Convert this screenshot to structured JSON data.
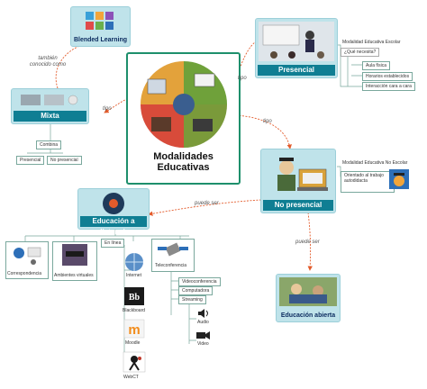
{
  "center": {
    "title_line1": "Modalidades",
    "title_line2": "Educativas"
  },
  "nodes": {
    "blended": "Blended Learning",
    "presencial": "Presencial",
    "mixta": "Mixta",
    "no_presencial": "No presencial",
    "distancia": "Educación a distancia",
    "abierta": "Educación abierta"
  },
  "links": {
    "tambien": "también conocido como",
    "tipo1": "tipo",
    "tipo2": "tipo",
    "tipo3": "tipo",
    "puede_ser1": "puede ser",
    "puede_ser2": "puede ser"
  },
  "presencial_info": {
    "title": "Modalidad Educativa Escolar",
    "question": "¿Qué necesita?",
    "items": [
      "Aula física",
      "Horarios establecidos",
      "Interacción cara a cara"
    ]
  },
  "nopresencial_info": {
    "title": "Modalidad Educativa No Escolar",
    "desc": "Orientado al trabajo autodidacta"
  },
  "mixta_info": {
    "combina": "Combina",
    "items": [
      "Presencial",
      "No presencial"
    ]
  },
  "distancia_items": {
    "correspondencia": "Correspondencia",
    "ambientes": "Ambientes virtuales",
    "en_linea": "En línea",
    "teleconferencia": "Teleconferencia",
    "internet": "Internet",
    "blackboard": "Blackboard",
    "moodle": "Moodle",
    "webct": "WebCT",
    "videoconferencia": "Videoconferencia",
    "computadora": "Computadora",
    "streaming": "Streaming",
    "audio": "Audio",
    "video": "Video"
  },
  "colors": {
    "accent_blue": "#0f7e93",
    "card_bg": "#bfe3ea",
    "center_border": "#1e8f6c",
    "arrow_orange": "#e35b2b"
  }
}
